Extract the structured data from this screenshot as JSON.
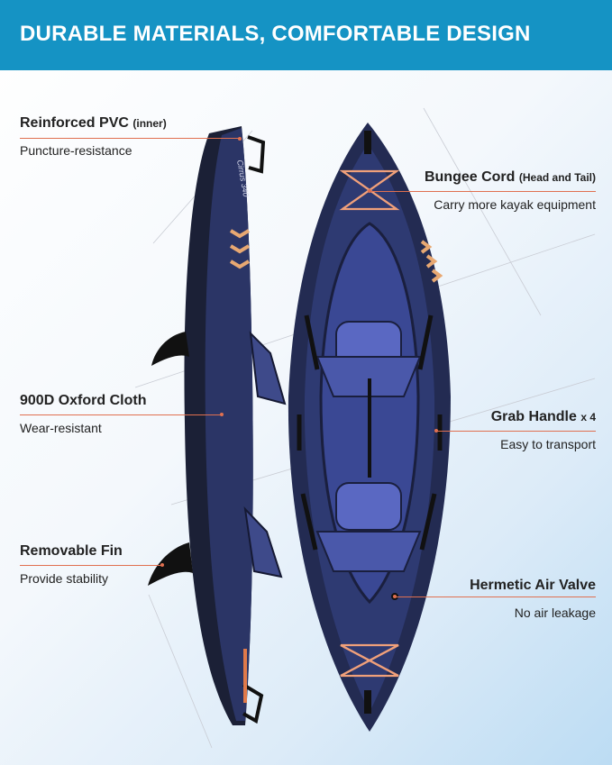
{
  "header": {
    "title": "DURABLE MATERIALS, COMFORTABLE DESIGN"
  },
  "colors": {
    "header_bg": "#1593c4",
    "accent_line": "#e07050",
    "kayak": "#262f5a",
    "bungee": "#f0a07a"
  },
  "callouts": {
    "reinforced_pvc": {
      "title": "Reinforced PVC",
      "qualifier": "(inner)",
      "desc": "Puncture-resistance"
    },
    "oxford_cloth": {
      "title": "900D Oxford Cloth",
      "desc": "Wear-resistant"
    },
    "removable_fin": {
      "title": "Removable Fin",
      "desc": "Provide stability"
    },
    "bungee_cord": {
      "title": "Bungee Cord",
      "qualifier": "(Head and Tail)",
      "desc": "Carry more kayak equipment"
    },
    "grab_handle": {
      "title": "Grab Handle",
      "qualifier": "x 4",
      "desc": "Easy to transport"
    },
    "air_valve": {
      "title": "Hermetic Air Valve",
      "desc": "No air leakage"
    }
  },
  "kayak_side": {
    "logo_text": "Cirrus 340"
  }
}
